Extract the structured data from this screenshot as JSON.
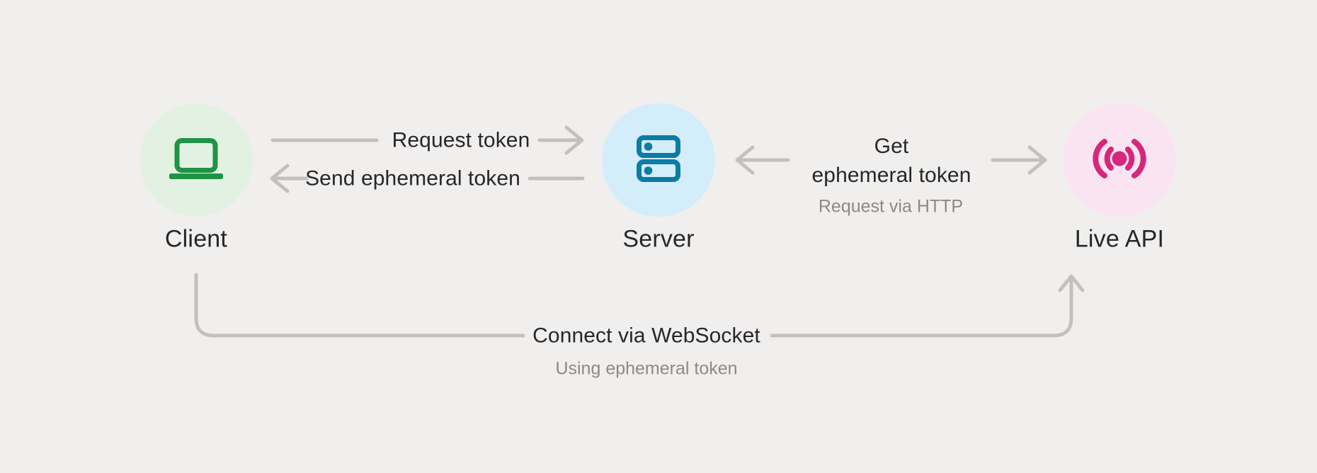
{
  "diagram": {
    "title": "Ephemeral token flow between Client, Server and Live API",
    "nodes": [
      {
        "id": "client",
        "label": "Client",
        "icon": "laptop-icon"
      },
      {
        "id": "server",
        "label": "Server",
        "icon": "server-icon"
      },
      {
        "id": "live-api",
        "label": "Live API",
        "icon": "broadcast-icon"
      }
    ],
    "edges": {
      "request_token": {
        "label": "Request token"
      },
      "send_ephemeral_token": {
        "label": "Send ephemeral token"
      },
      "get_ephemeral_token": {
        "label": "Get\nephemeral token",
        "sublabel": "Request via HTTP"
      },
      "connect_websocket": {
        "label": "Connect via WebSocket",
        "sublabel": "Using ephemeral token"
      }
    }
  },
  "colors": {
    "background": "#f0efed",
    "client_circle": "#e3f1e3",
    "client_icon": "#1e9444",
    "server_circle": "#d3edfa",
    "server_icon": "#0b7ca3",
    "live_api_circle": "#fbe4f2",
    "live_api_icon": "#d6277c",
    "connector": "#c3c1be",
    "text_primary": "#26272a",
    "text_secondary": "#8b8a87"
  }
}
